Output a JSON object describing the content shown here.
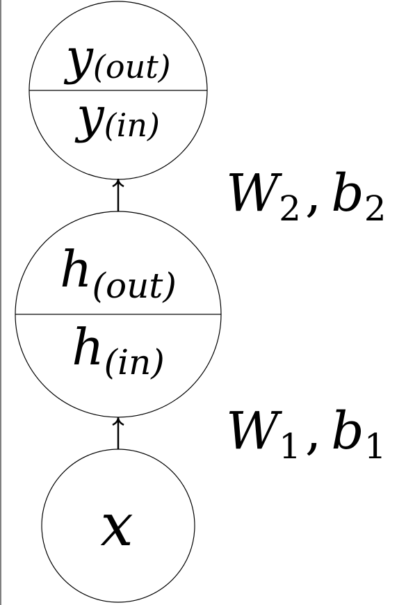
{
  "colors": {
    "background": "#ffffff",
    "stroke": "#000000",
    "text": "#000000"
  },
  "nodes": {
    "output": {
      "top_symbol": "y",
      "top_subscript": "(out)",
      "bottom_symbol": "y",
      "bottom_subscript": "(in)"
    },
    "hidden": {
      "top_symbol": "h",
      "top_subscript": "(out)",
      "bottom_symbol": "h",
      "bottom_subscript": "(in)"
    },
    "input": {
      "symbol": "x"
    }
  },
  "edge_labels": {
    "layer2": {
      "weight": "W",
      "weight_index": "2",
      "separator": ",",
      "bias": "b",
      "bias_index": "2"
    },
    "layer1": {
      "weight": "W",
      "weight_index": "1",
      "separator": ",",
      "bias": "b",
      "bias_index": "1"
    }
  }
}
